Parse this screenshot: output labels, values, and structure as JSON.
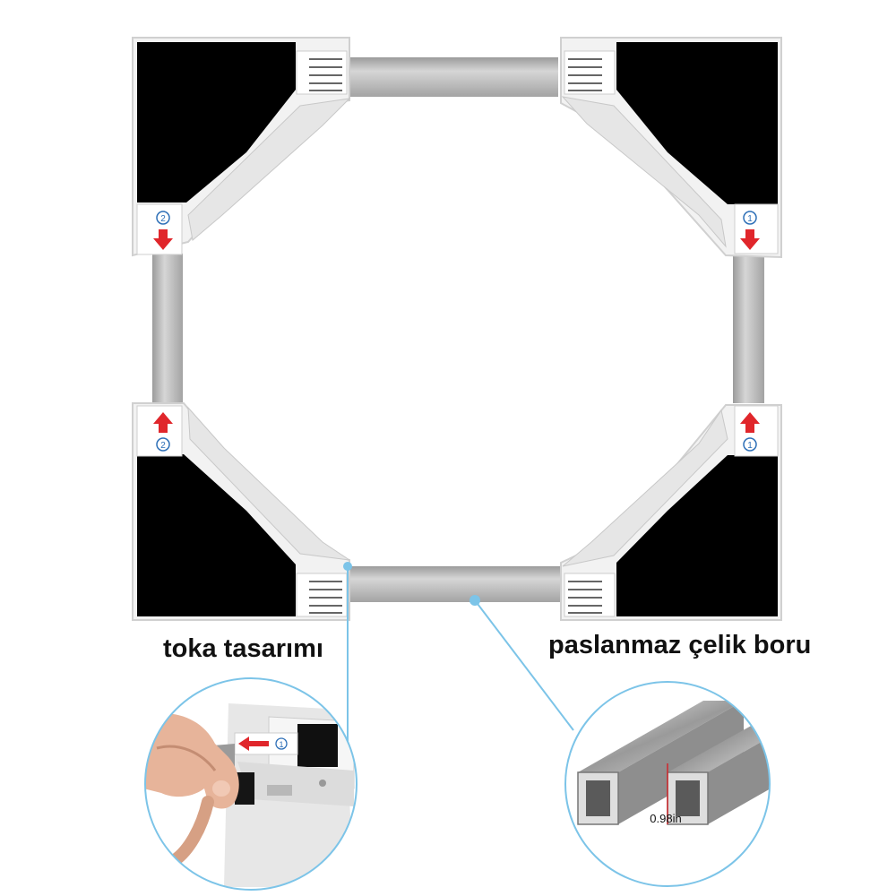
{
  "labels": {
    "buckle_design": "toka tasarımı",
    "stainless_pipe": "paslanmaz çelik boru",
    "pipe_dimension": "0.98in"
  },
  "corner_markers": {
    "top_left": "2",
    "bottom_left": "2",
    "top_right": "1",
    "bottom_right": "1",
    "zoom_detail": "1"
  },
  "colors": {
    "frame_white": "#f2f2f2",
    "foot_pad": "#000000",
    "pipe_silver": "#b8b8b8",
    "arrow_red": "#e0262b",
    "callout_blue": "#7cc4e8"
  }
}
